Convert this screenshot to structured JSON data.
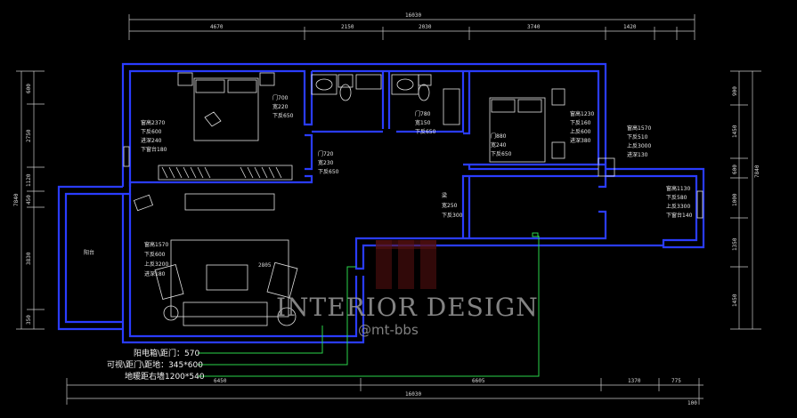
{
  "drawing": {
    "top_dims": {
      "overall": "16030",
      "segments": [
        "4670",
        "2150",
        "2030",
        "3740",
        "1420"
      ]
    },
    "bottom_dims": {
      "overall": "16030",
      "segments": [
        "6450",
        "6605",
        "1370",
        "775"
      ],
      "corner": "100"
    },
    "left_dims": {
      "overall": "7840",
      "segments": [
        "600",
        "2750",
        "1120",
        "450",
        "3830",
        "350"
      ]
    },
    "right_dims": {
      "overall": "7840",
      "segments": [
        "900",
        "1450",
        "600",
        "1000",
        "1350",
        "1450"
      ]
    },
    "rooms": {
      "balcony": "阳台",
      "living_area": "2805",
      "bedroom1_notes": [
        "窗高2370",
        "下反600",
        "进深240",
        "下窗台180"
      ],
      "door1_notes": [
        "门700",
        "宽220",
        "下反650"
      ],
      "door2_notes": [
        "门720",
        "宽230",
        "下反650"
      ],
      "door3_notes": [
        "门780",
        "宽150",
        "下反650"
      ],
      "bedroom2_notes": [
        "窗高1230",
        "下反160",
        "上反600",
        "进深380"
      ],
      "door4_notes": [
        "门880",
        "宽240",
        "下反650"
      ],
      "window_right_notes": [
        "窗高1570",
        "下反510",
        "上反3000",
        "进深130"
      ],
      "kitchen_notes": [
        "窗高1130",
        "下反580",
        "上反3300",
        "下窗台140"
      ],
      "passage_notes": [
        "梁",
        "宽250",
        "下反300"
      ],
      "living_notes": [
        "窗高1570",
        "下反600",
        "上反3200",
        "进深180"
      ]
    },
    "annotations": [
      "阳电箱\\距门：570",
      "可视\\距门\\距地：345*600",
      "地暖距右墙1200*540"
    ],
    "watermark": {
      "title": "INTERIOR DESIGN",
      "handle": "@mt-bbs"
    },
    "colors": {
      "background": "#000000",
      "walls": "#2a3cff",
      "leader_lines": "#2ad44a",
      "dimensions": "#c8c8c8"
    }
  }
}
